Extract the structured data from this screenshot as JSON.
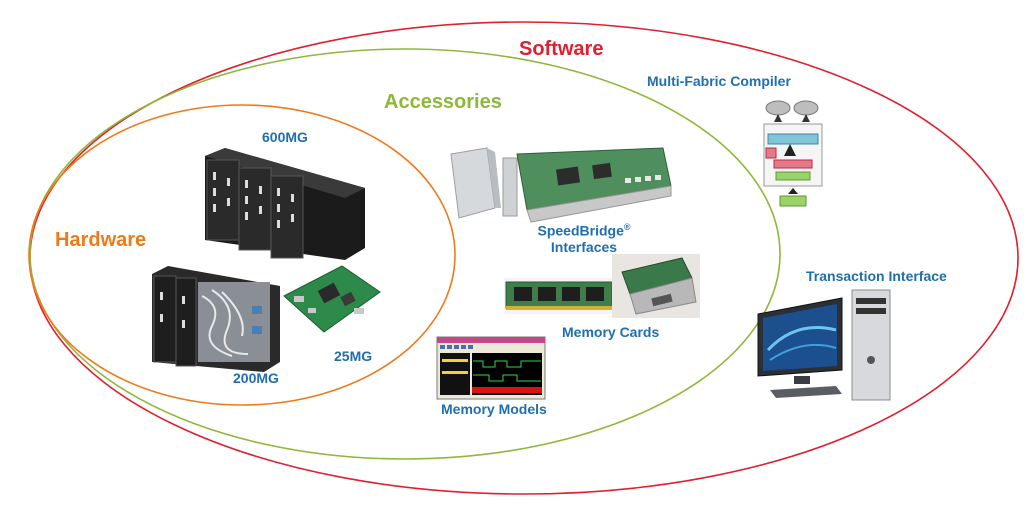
{
  "circles": {
    "software": {
      "title": "Software",
      "color": "#e0202e"
    },
    "accessories": {
      "title": "Accessories",
      "color": "#8db83a"
    },
    "hardware": {
      "title": "Hardware",
      "color": "#f07a1a"
    }
  },
  "hardware": {
    "items": [
      {
        "label": "600MG"
      },
      {
        "label": "200MG"
      },
      {
        "label": "25MG"
      }
    ]
  },
  "accessories": {
    "speedbridge": {
      "label": "SpeedBridge",
      "mark": "®",
      "sub": "Interfaces"
    },
    "memory_cards": {
      "label": "Memory Cards"
    },
    "memory_models": {
      "label": "Memory Models"
    }
  },
  "software": {
    "compiler": {
      "label": "Multi-Fabric Compiler"
    },
    "transaction": {
      "label": "Transaction Interface"
    }
  },
  "colors": {
    "label_blue": "#1f6fb0"
  }
}
